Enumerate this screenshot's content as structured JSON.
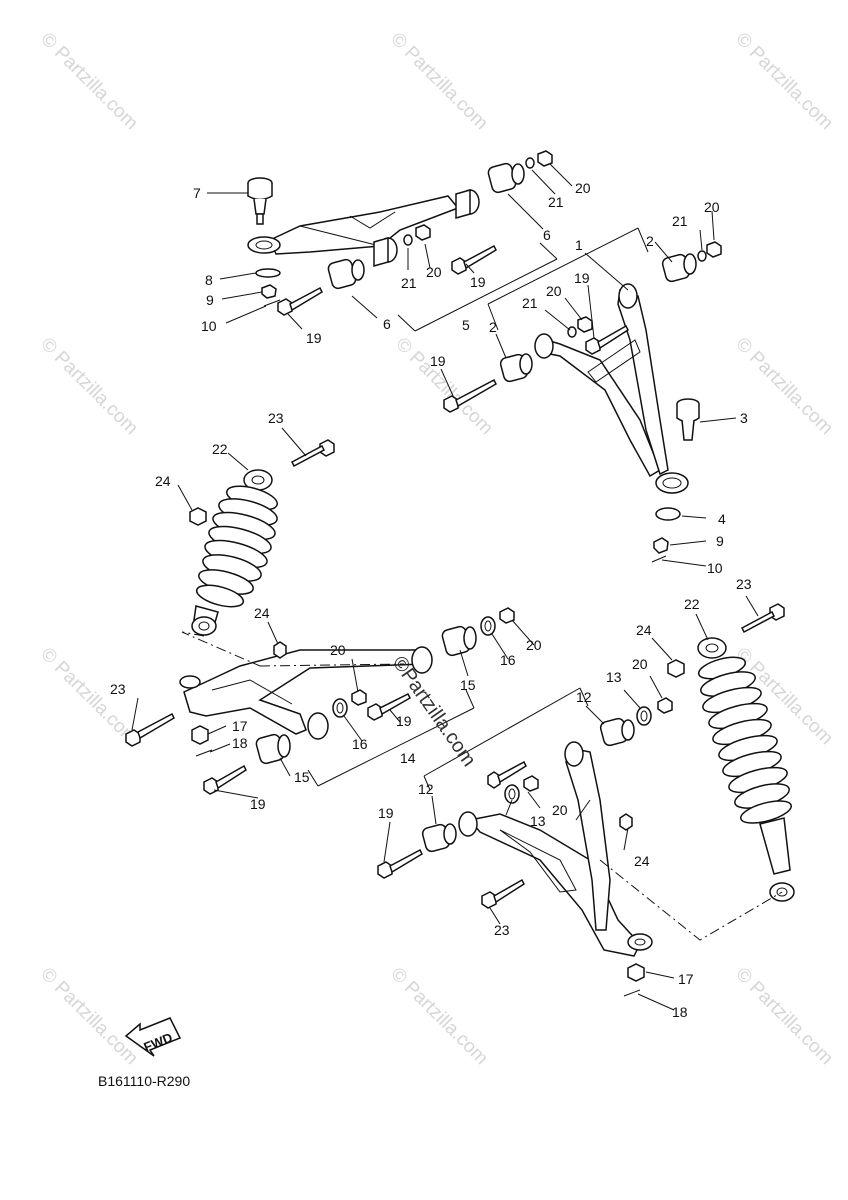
{
  "watermark": {
    "text": "© Partzilla.com",
    "center_text": "©Partzilla.com"
  },
  "diagram_code": "B161110-R290",
  "fwd_label": "FWD",
  "callouts": {
    "c1": "1",
    "c2a": "2",
    "c2b": "2",
    "c3": "3",
    "c4": "4",
    "c5": "5",
    "c6a": "6",
    "c6b": "6",
    "c7": "7",
    "c8": "8",
    "c9a": "9",
    "c9b": "9",
    "c10a": "10",
    "c10b": "10",
    "c12a": "12",
    "c12b": "12",
    "c13a": "13",
    "c13b": "13",
    "c14": "14",
    "c15a": "15",
    "c15b": "15",
    "c16a": "16",
    "c16b": "16",
    "c17a": "17",
    "c17b": "17",
    "c18a": "18",
    "c18b": "18",
    "c19a": "19",
    "c19b": "19",
    "c19c": "19",
    "c19d": "19",
    "c19e": "19",
    "c19f": "19",
    "c19g": "19",
    "c20a": "20",
    "c20b": "20",
    "c20c": "20",
    "c20d": "20",
    "c20e": "20",
    "c20f": "20",
    "c20g": "20",
    "c21a": "21",
    "c21b": "21",
    "c21c": "21",
    "c21d": "21",
    "c22a": "22",
    "c22b": "22",
    "c23a": "23",
    "c23b": "23",
    "c23c": "23",
    "c23d": "23",
    "c24a": "24",
    "c24b": "24",
    "c24c": "24",
    "c24d": "24"
  }
}
